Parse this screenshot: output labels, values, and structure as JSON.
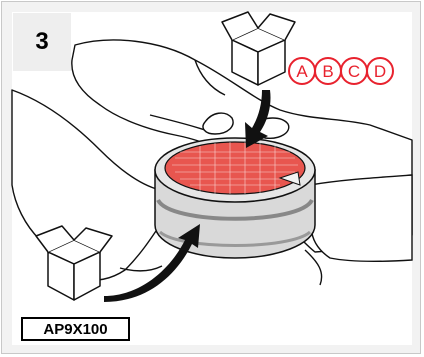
{
  "step": {
    "number": "3"
  },
  "part_code": "AP9X100",
  "variants": [
    "A",
    "B",
    "C",
    "D"
  ],
  "colors": {
    "variant_red": "#e8222e",
    "filter_red": "#e8564f",
    "background_gray": "#f2f2f2"
  },
  "icons": [
    "open-box-icon",
    "arrow-icon",
    "hand-illustration",
    "filter-cartridge"
  ]
}
